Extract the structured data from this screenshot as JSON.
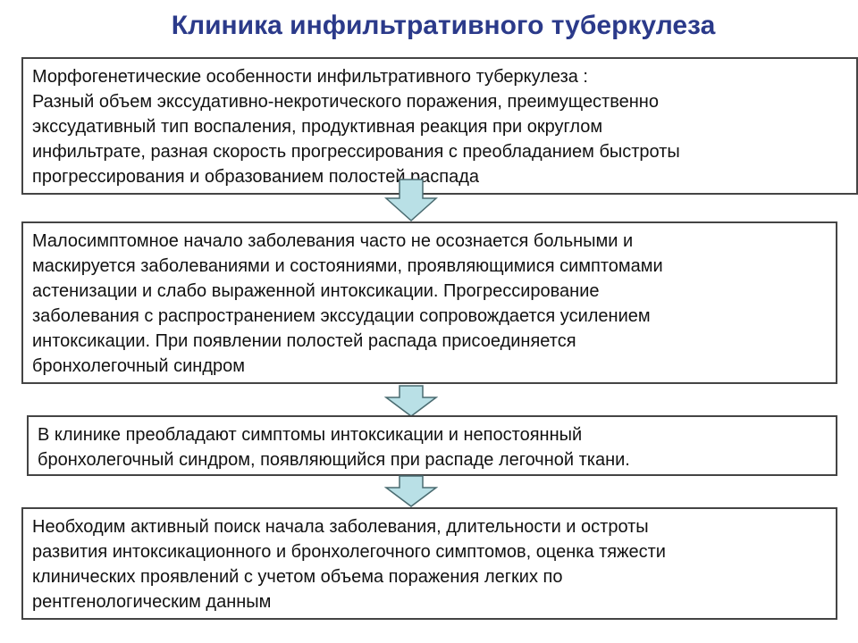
{
  "title": "Клиника инфильтративного туберкулеза",
  "colors": {
    "title": "#2b3a8a",
    "arrow_fill": "#b9e0e6",
    "arrow_stroke": "#4a6b70",
    "box_border": "#444444"
  },
  "boxes": [
    {
      "lines": [
        "Морфогенетические особенности инфильтративного туберкулеза :",
        "Разный объем экссудативно-некротического поражения, преимущественно",
        "экссудативный тип воспаления, продуктивная реакция при округлом",
        "инфильтрате, разная скорость прогрессирования с преобладанием быстроты",
        "прогрессирования и образованием полостей распада"
      ]
    },
    {
      "lines": [
        "Малосимптомное начало заболевания часто не осознается больными и",
        "маскируется заболеваниями и состояниями, проявляющимися симптомами",
        "астенизации и слабо выраженной интоксикации. Прогрессирование",
        "заболевания с распространением экссудации сопровождается усилением",
        "интоксикации. При появлении полостей распада присоединяется",
        "бронхолегочный синдром"
      ]
    },
    {
      "lines": [
        "В клинике преобладают симптомы интоксикации  и непостоянный",
        "бронхолегочный синдром, появляющийся при распаде легочной ткани."
      ]
    },
    {
      "lines": [
        "Необходим активный поиск начала заболевания, длительности и остроты",
        "развития  интоксикационного и бронхолегочного симптомов, оценка тяжести",
        "клинических проявлений с учетом объема поражения легких по",
        "рентгенологическим данным"
      ]
    }
  ]
}
